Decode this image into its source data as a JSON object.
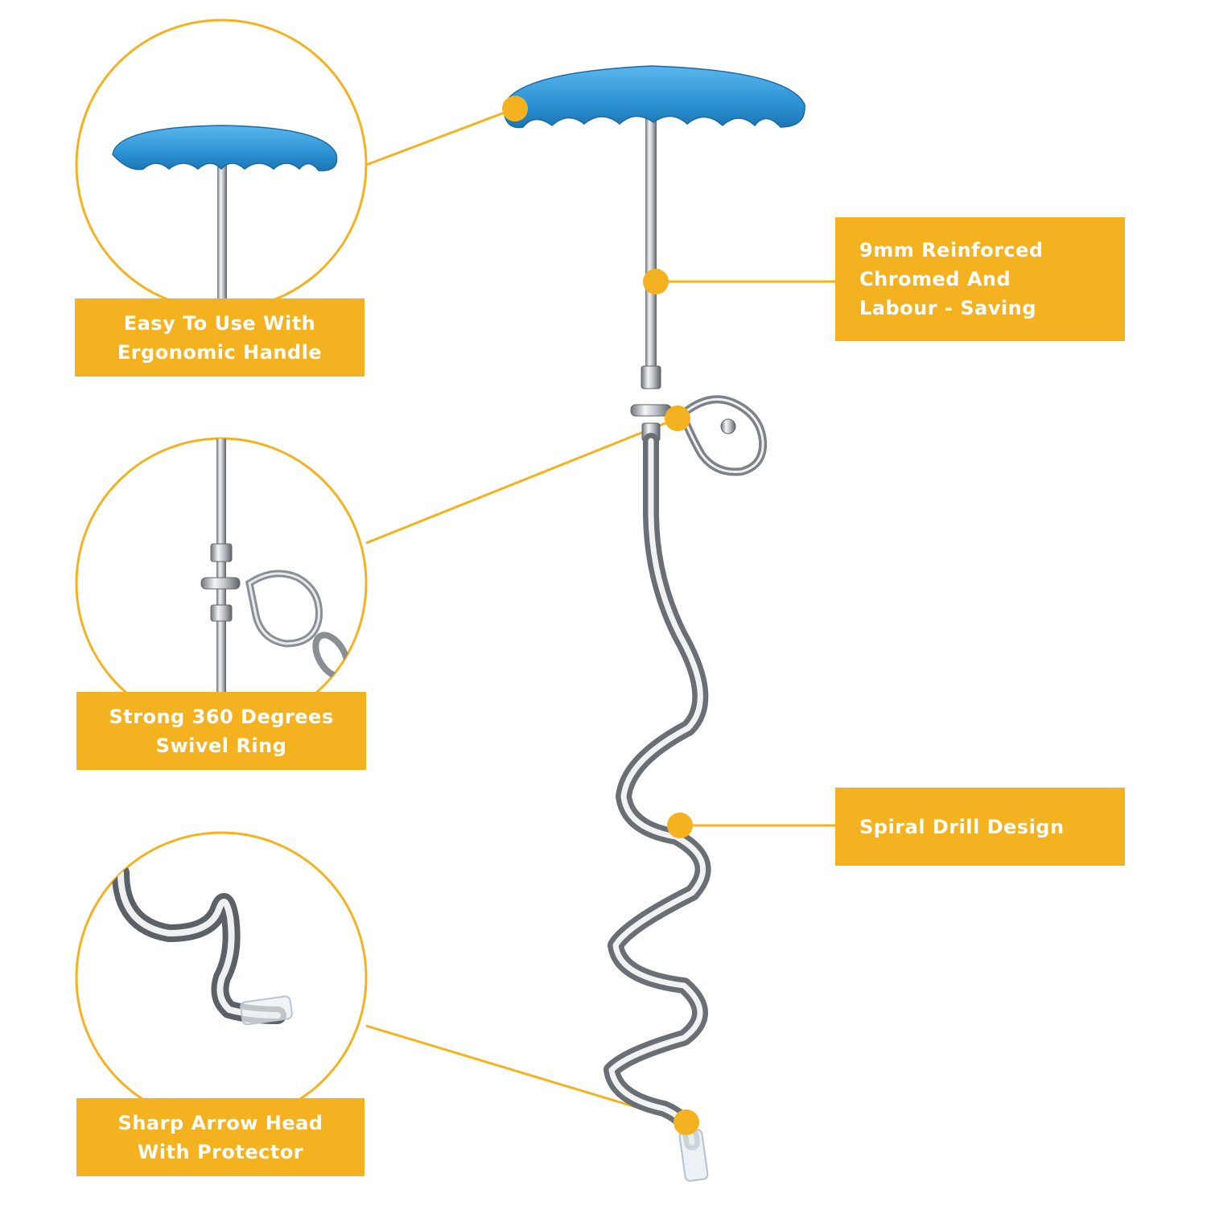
{
  "colors": {
    "accent": "#F5B220",
    "handle_blue": "#2E96D6",
    "metal": "#B9BDC3",
    "background": "#FFFFFF",
    "label_text": "#FFFFFF"
  },
  "callouts": {
    "handle": {
      "line1": "Easy To Use With",
      "line2": "Ergonomic Handle"
    },
    "swivel": {
      "line1": "Strong 360 Degrees",
      "line2": "Swivel Ring"
    },
    "arrow": {
      "line1": "Sharp Arrow Head",
      "line2": "With Protector"
    },
    "chrome": {
      "line1": "9mm Reinforced",
      "line2": "Chromed And",
      "line3": "Labour - Saving"
    },
    "spiral": {
      "line1": "Spiral Drill Design"
    }
  },
  "icons": {
    "product": "dog-tie-out-stake-icon",
    "callout_dot": "callout-dot-icon"
  }
}
